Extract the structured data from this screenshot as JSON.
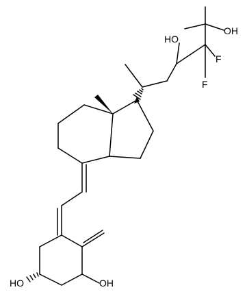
{
  "molecule": {
    "atom_labels": {
      "oh_side_chain": "HO",
      "oh_terminal": "OH",
      "f_upper": "F",
      "f_lower": "F",
      "oh_ring_left": "HO",
      "oh_ring_right": "OH"
    }
  },
  "colors": {
    "ink": "#000000",
    "background": "#ffffff"
  }
}
